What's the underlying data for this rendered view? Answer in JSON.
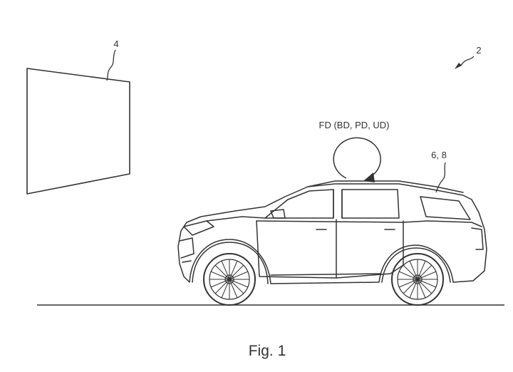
{
  "labels": {
    "screen_ref": "4",
    "figure_ref": "2",
    "rotation": "FD (BD, PD, UD)",
    "vehicle_ref": "6, 8"
  },
  "caption": "Fig. 1",
  "colors": {
    "line": "#333333",
    "background": "#ffffff"
  }
}
